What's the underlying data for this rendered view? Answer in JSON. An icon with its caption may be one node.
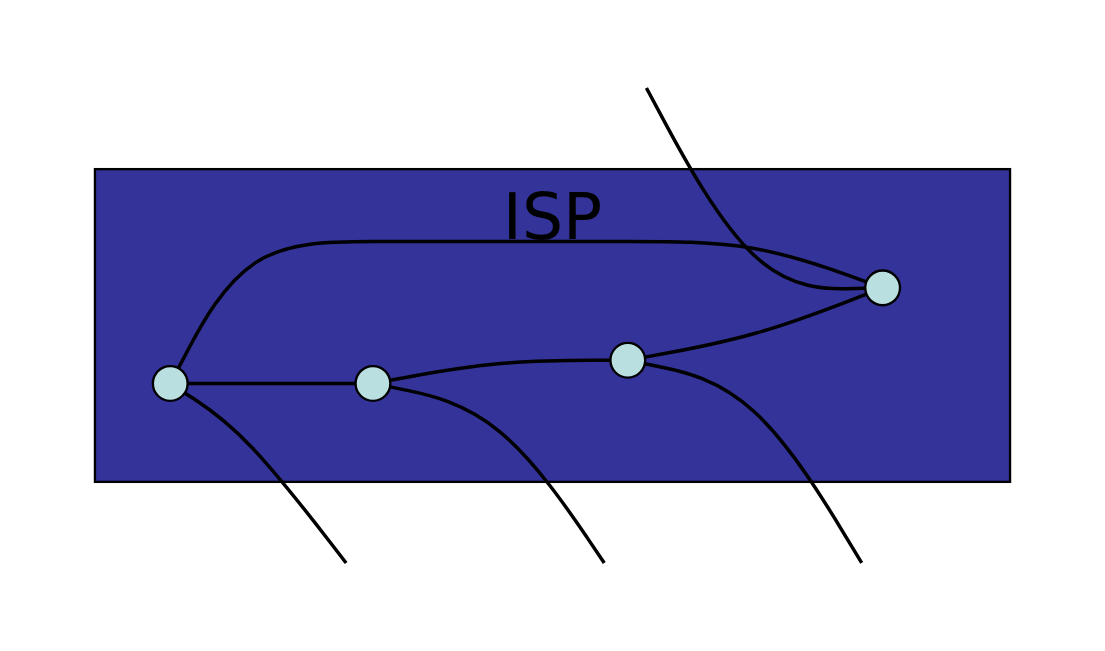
{
  "diagram": {
    "nodes": [
      {
        "text": [
          "ISP"
        ]
      },
      {
        "text": [],
        "shape": "circle",
        "in": 0
      },
      {
        "text": [],
        "shape": "circle",
        "in": 0
      },
      {
        "text": [],
        "shape": "circle",
        "in": 0
      },
      {
        "text": [],
        "shape": "circle",
        "in": 0
      }
    ],
    "edges": [
      {
        "from": 2,
        "to": 1,
        "arrow": "none"
      },
      {
        "from": 1,
        "to": 3,
        "arrow": "none"
      },
      {
        "from": 3,
        "to": 4,
        "arrow": "none"
      },
      {
        "from": 4,
        "to": 2,
        "arrow": "none"
      },
      {
        "from": null,
        "to": 2,
        "arrow": "none"
      },
      {
        "from": 1,
        "to": null,
        "arrow": "none"
      },
      {
        "from": 3,
        "to": null,
        "arrow": "none"
      },
      {
        "from": 4,
        "to": null,
        "arrow": "none"
      }
    ]
  }
}
